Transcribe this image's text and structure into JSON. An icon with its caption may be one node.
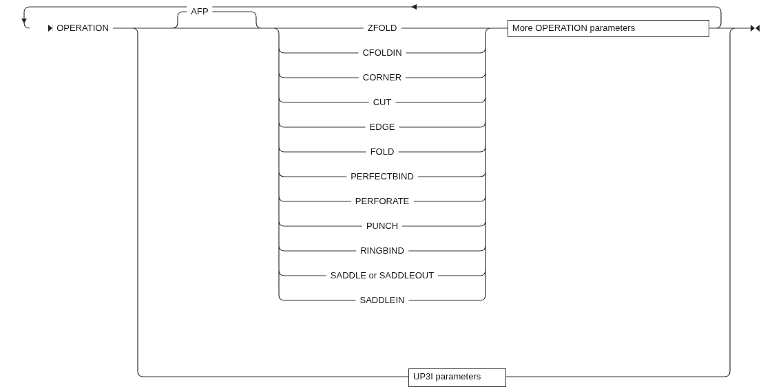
{
  "diagram": {
    "nodes": [
      {
        "text": [
          "OPERATION"
        ]
      },
      {
        "text": [
          "AFP"
        ]
      },
      {
        "text": [
          "ZFOLD"
        ]
      },
      {
        "text": [
          "CFOLDIN"
        ]
      },
      {
        "text": [
          "CORNER"
        ]
      },
      {
        "text": [
          "CUT"
        ]
      },
      {
        "text": [
          "EDGE"
        ]
      },
      {
        "text": [
          "FOLD"
        ]
      },
      {
        "text": [
          "PERFECTBIND"
        ]
      },
      {
        "text": [
          "PERFORATE"
        ]
      },
      {
        "text": [
          "PUNCH"
        ]
      },
      {
        "text": [
          "RINGBIND"
        ]
      },
      {
        "text": [
          "SADDLE or SADDLEOUT"
        ]
      },
      {
        "text": [
          "SADDLEIN"
        ]
      },
      {
        "text": [
          "More OPERATION parameters"
        ]
      },
      {
        "text": [
          "UP3I parameters"
        ]
      }
    ]
  }
}
